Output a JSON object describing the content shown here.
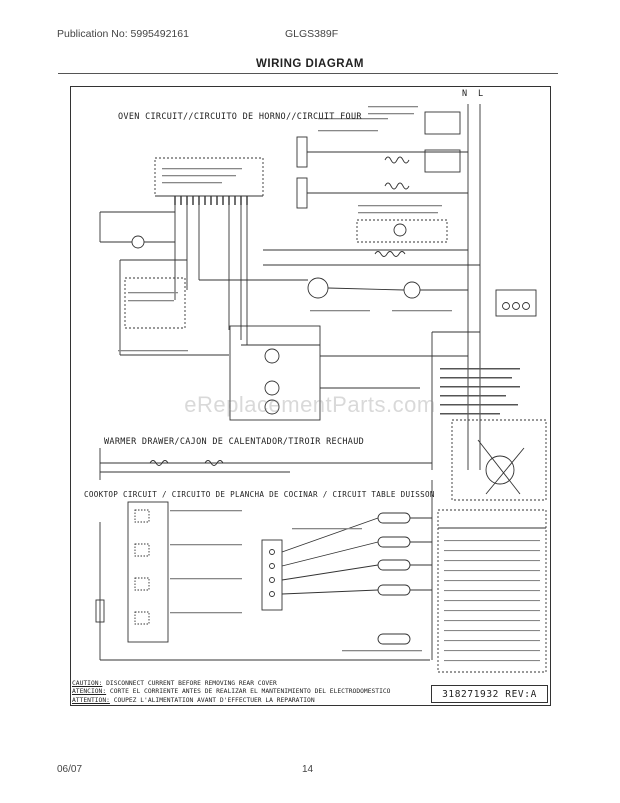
{
  "header": {
    "publication": "Publication No: 5995492161",
    "model": "GLGS389F",
    "title": "WIRING DIAGRAM"
  },
  "sections": {
    "oven": "OVEN CIRCUIT//CIRCUITO DE HORNO//CIRCUIT FOUR",
    "warmer": "WARMER DRAWER/CAJON DE CALENTADOR/TIROIR RECHAUD",
    "cooktop": "COOKTOP CIRCUIT / CIRCUITO DE PLANCHA DE COCINAR / CIRCUIT TABLE DUISSON"
  },
  "caution": {
    "line1_label": "CAUTION:",
    "line1_text": " DISCONNECT CURRENT BEFORE REMOVING REAR COVER",
    "line2_label": "ATENCION:",
    "line2_text": " CORTE EL CORRIENTE ANTES DE REALIZAR EL MANTENIMIENTO DEL ELECTRODOMESTICO",
    "line3_label": "ATTENTION:",
    "line3_text": " COUPEZ L'ALIMENTATION AVANT D'EFFECTUER LA REPARATION"
  },
  "revision": "318271932 REV:A",
  "supply_labels": [
    "N",
    "L"
  ],
  "watermark": "eReplacementParts.com",
  "footer": {
    "date": "06/07",
    "page": "14"
  }
}
